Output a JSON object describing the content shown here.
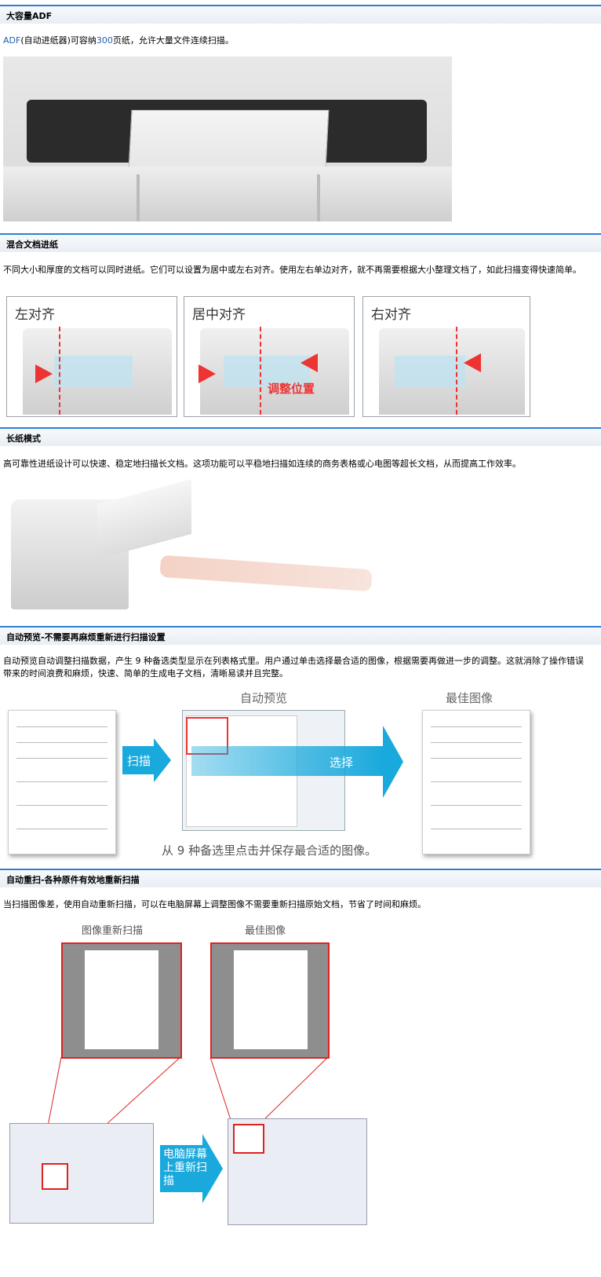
{
  "sections": [
    {
      "title": "大容量ADF",
      "text": [
        "ADF",
        "(自动进纸器)可容纳",
        "300",
        "页纸，允许大量文件连续扫描。"
      ]
    },
    {
      "title": "混合文档进纸",
      "text": "不同大小和厚度的文档可以同时进纸。它们可以设置为居中或左右对齐。使用左右单边对齐，就不再需要根据大小整理文档了，如此扫描变得快速简单。"
    },
    {
      "title": "长纸模式",
      "text": "高可靠性进纸设计可以快速、稳定地扫描长文档。这项功能可以平稳地扫描如连续的商务表格或心电图等超长文档，从而提高工作效率。"
    },
    {
      "title": "自动预览-不需要再麻烦重新进行扫描设置",
      "text": "自动预览自动调整扫描数据，产生 9 种备选类型显示在列表格式里。用户通过单击选择最合适的图像，根据需要再做进一步的调整。这就消除了操作错误带来的时间浪费和麻烦，快速、简单的生成电子文档，清晰易读并且完整。"
    },
    {
      "title": "自动重扫-各种原件有效地重新扫描",
      "text": "当扫描图像差，使用自动重新扫描，可以在电脑屏幕上调整图像不需要重新扫描原始文档，节省了时间和麻烦。"
    }
  ],
  "alignment": {
    "labels": [
      "左对齐",
      "居中对齐",
      "右对齐"
    ],
    "adjust": "调整位置"
  },
  "preview": {
    "title": "自动预览",
    "best": "最佳图像",
    "scan": "扫描",
    "select": "选择",
    "caption": "从 9 种备选里点击并保存最合适的图像。"
  },
  "rescan": {
    "left_title": "图像重新扫描",
    "right_title": "最佳图像",
    "arrow": "电脑屏幕上重新扫描"
  },
  "colors": {
    "accent": "#2f7fd0",
    "arrow": "#1aa9dc",
    "red": "#e33333"
  }
}
